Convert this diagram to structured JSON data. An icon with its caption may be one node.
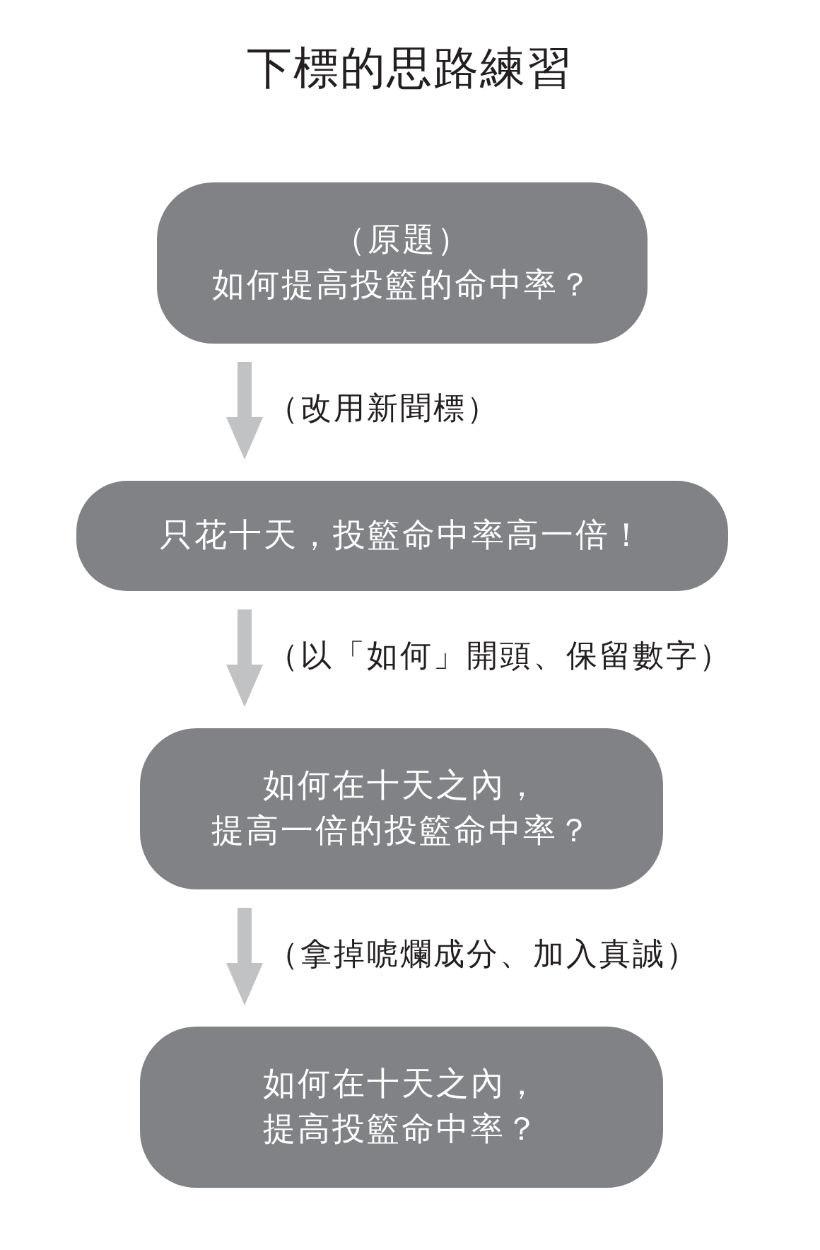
{
  "diagram": {
    "title": "下標的思路練習",
    "nodes": [
      {
        "text": [
          "（原題）",
          "如何提高投籃的命中率？"
        ]
      },
      {
        "text": [
          "只花十天，投籃命中率高一倍！"
        ]
      },
      {
        "text": [
          "如何在十天之內，提高一倍的投籃命中率？"
        ]
      },
      {
        "text": [
          "如何在十天之內，提高投籃命中率？"
        ]
      }
    ],
    "edges": [
      {
        "from": 0,
        "to": 1,
        "arrow": "to",
        "label": "（改用新聞標）"
      },
      {
        "from": 1,
        "to": 2,
        "arrow": "to",
        "label": "（以「如何」開頭、保留數字）"
      },
      {
        "from": 2,
        "to": 3,
        "arrow": "to",
        "label": "（拿掉唬爛成分、加入真誠）"
      }
    ]
  }
}
